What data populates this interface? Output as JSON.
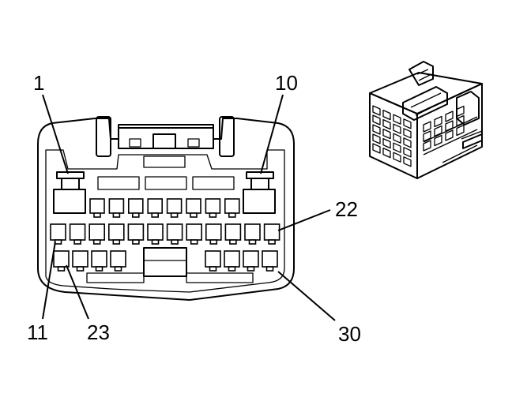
{
  "labels": {
    "pin_1": "1",
    "pin_10": "10",
    "pin_22": "22",
    "pin_11": "11",
    "pin_23": "23",
    "pin_30": "30"
  },
  "colors": {
    "line": "#000000",
    "background": "#ffffff",
    "shade": "#cfcfcf"
  }
}
